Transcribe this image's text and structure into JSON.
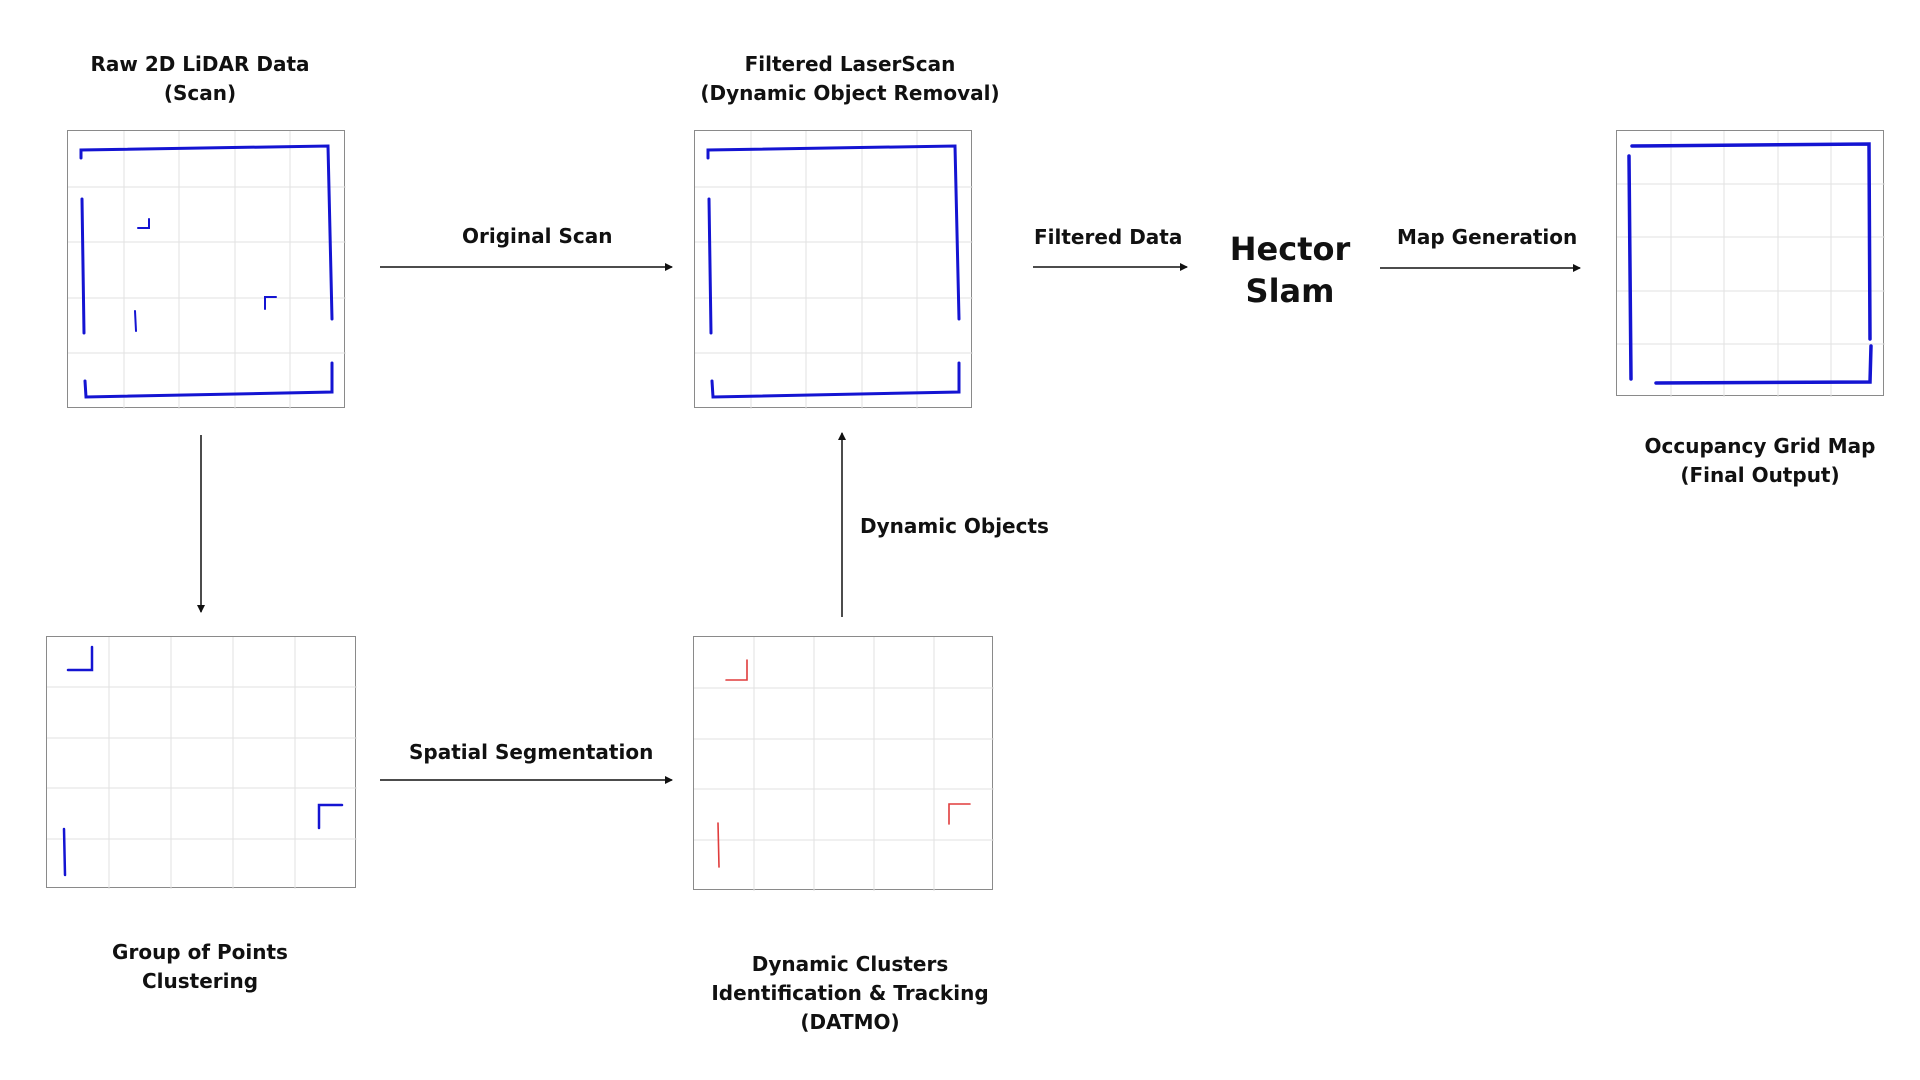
{
  "colors": {
    "wall": "#1414d2",
    "dynamic": "#e03c3c",
    "grid": "#e2e2e2",
    "frame": "#8a8a8a",
    "text": "#111111"
  },
  "nodes": {
    "raw": {
      "line1": "Raw 2D LiDAR Data",
      "line2": "(Scan)"
    },
    "filtered": {
      "line1": "Filtered LaserScan",
      "line2": "(Dynamic Object Removal)"
    },
    "hector": {
      "line1": "Hector",
      "line2": "Slam"
    },
    "occupancy": {
      "line1": "Occupancy Grid Map",
      "line2": "(Final Output)"
    },
    "clustering": {
      "line1": "Group of Points",
      "line2": "Clustering"
    },
    "datmo": {
      "line1": "Dynamic Clusters",
      "line2": "Identification & Tracking",
      "line3": "(DATMO)"
    }
  },
  "edges": {
    "original_scan": "Original Scan",
    "filtered_data": "Filtered Data",
    "map_generation": "Map Generation",
    "spatial_segmentation": "Spatial Segmentation",
    "dynamic_objects": "Dynamic Objects"
  }
}
